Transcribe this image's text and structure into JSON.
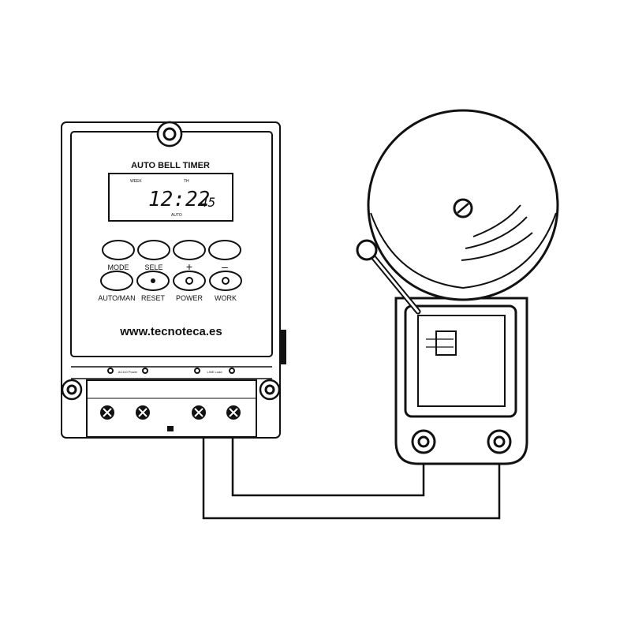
{
  "timer": {
    "title": "AUTO BELL TIMER",
    "display": {
      "week_label": "WEEK",
      "th_label": "TH",
      "time_main": "12:22",
      "time_seconds": "45",
      "auto_label": "AUTO"
    },
    "buttons_top": [
      "MODE",
      "SELE",
      "+",
      "–"
    ],
    "buttons_bottom": [
      "AUTO/MAN",
      "RESET",
      "POWER",
      "WORK"
    ],
    "terminal_labels": [
      "AC110 Power",
      "LINE Load"
    ]
  },
  "watermark": "www.tecnoteca.es",
  "colors": {
    "line": "#111111",
    "background": "#ffffff"
  }
}
